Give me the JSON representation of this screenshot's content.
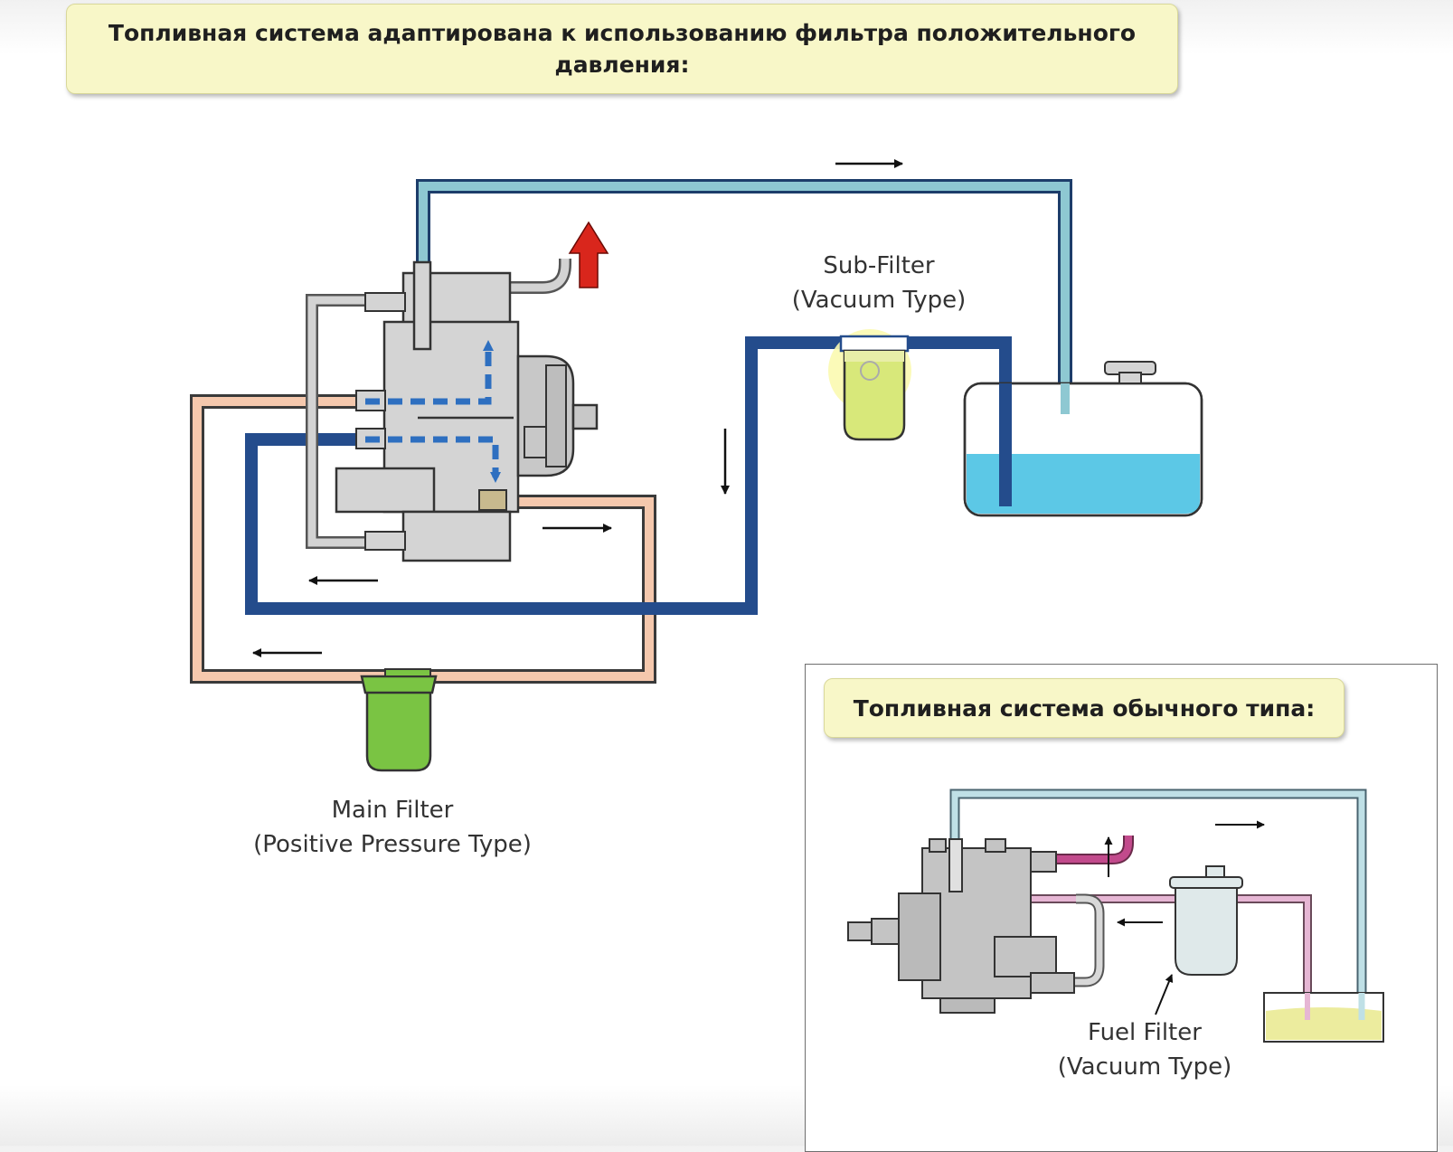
{
  "main_banner": {
    "text": "Топливная система адаптирована к использованию фильтра положительного давления:"
  },
  "inset_banner": {
    "text": "Топливная система обычного типа:"
  },
  "labels": {
    "sub_filter_line1": "Sub-Filter",
    "sub_filter_line2": "(Vacuum Type)",
    "main_filter_line1": "Main Filter",
    "main_filter_line2": "(Positive Pressure Type)",
    "fuel_filter_line1": "Fuel Filter",
    "fuel_filter_line2": "(Vacuum Type)"
  },
  "colors": {
    "return_line": "#8ec8d2",
    "suction_line": "#244c8c",
    "feed_line": "#f5c8ad",
    "tank_fuel": "#5cc8e6",
    "main_filter": "#7ac443",
    "sub_filter": "#d8e87a",
    "pressure_arrow": "#d9261c",
    "inset_tank_fuel": "#ecec9e",
    "inset_feed_line": "#e6b6d4"
  }
}
